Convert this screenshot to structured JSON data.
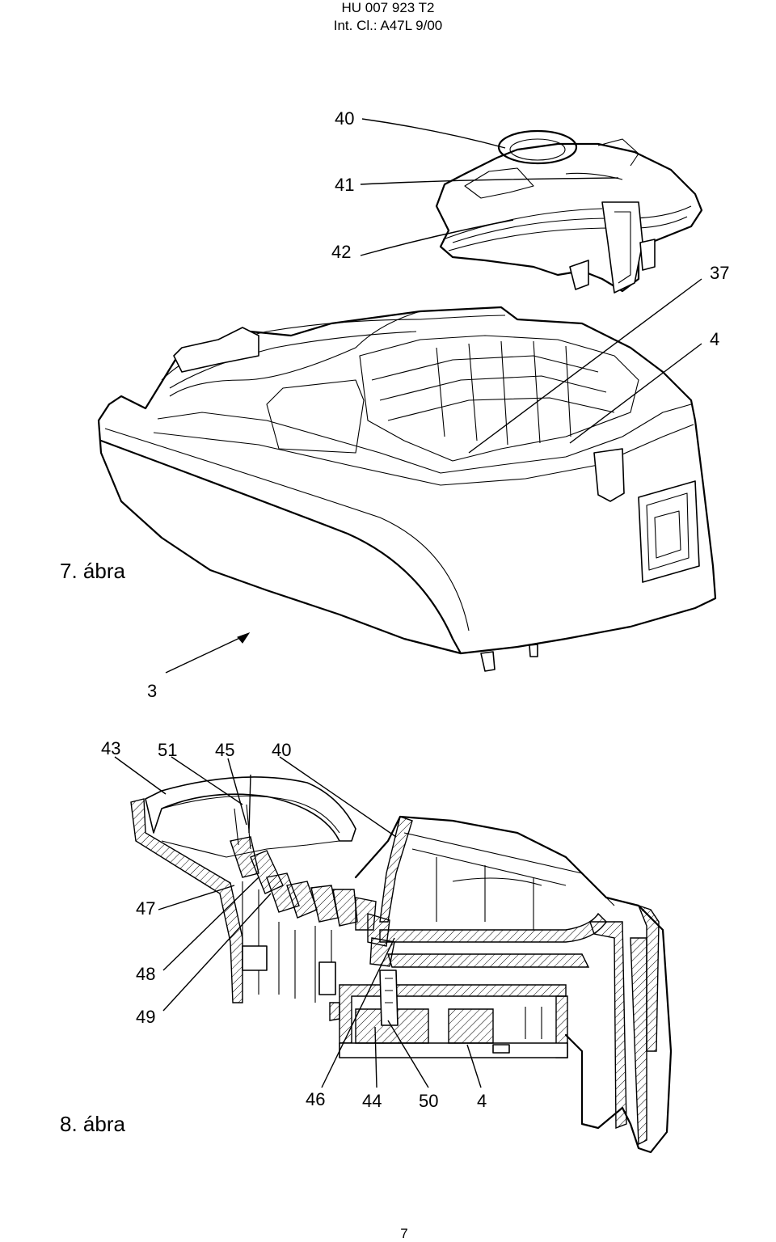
{
  "header": {
    "line1": "HU 007 923 T2",
    "line2": "Int. Cl.: A47L 9/00"
  },
  "figure7": {
    "caption": "7. ábra",
    "labels": {
      "l40": "40",
      "l41": "41",
      "l42": "42",
      "l37": "37",
      "l4": "4",
      "l3": "3"
    }
  },
  "figure8": {
    "caption": "8. ábra",
    "labels": {
      "l43": "43",
      "l51": "51",
      "l45": "45",
      "l40": "40",
      "l47": "47",
      "l48": "48",
      "l49": "49",
      "l46": "46",
      "l44": "44",
      "l50": "50",
      "l4": "4"
    }
  },
  "page_number": "7"
}
